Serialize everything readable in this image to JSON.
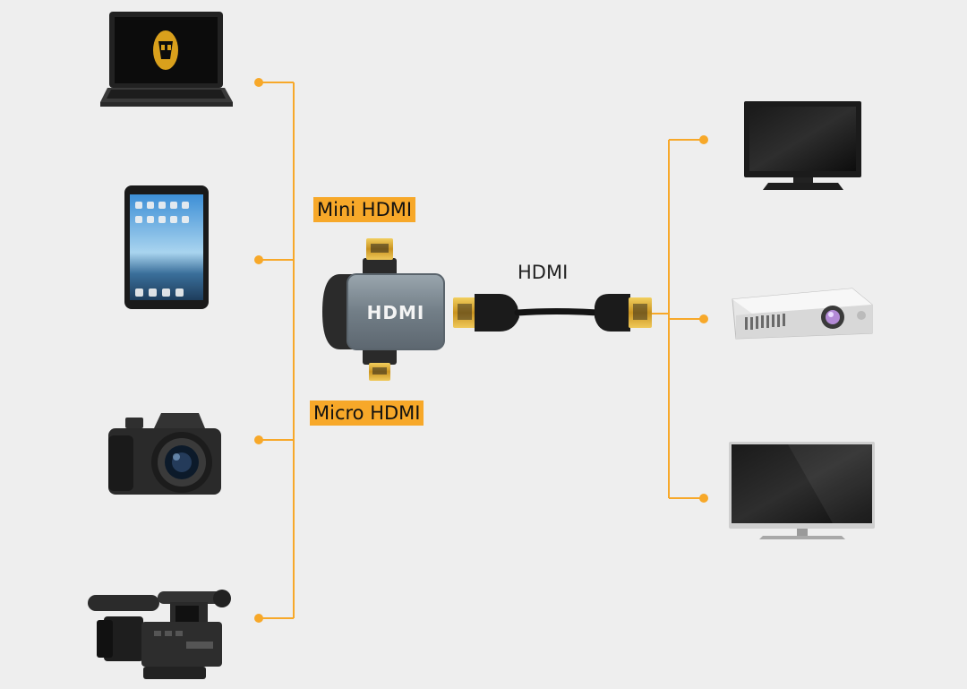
{
  "labels": {
    "mini": "Mini HDMI",
    "micro": "Micro HDMI",
    "cable": "HDMI",
    "adapter_logo": "HDMI"
  },
  "colors": {
    "background": "#eeeeee",
    "accent_orange": "#f7a829",
    "adapter_body": "#7b8790",
    "connector_gold": "#d9a322"
  },
  "sources": [
    {
      "id": "laptop",
      "icon": "laptop-icon"
    },
    {
      "id": "tablet",
      "icon": "tablet-icon"
    },
    {
      "id": "camera",
      "icon": "camera-icon"
    },
    {
      "id": "camcorder",
      "icon": "camcorder-icon"
    }
  ],
  "displays": [
    {
      "id": "monitor",
      "icon": "monitor-icon"
    },
    {
      "id": "projector",
      "icon": "projector-icon"
    },
    {
      "id": "tv",
      "icon": "tv-icon"
    }
  ]
}
